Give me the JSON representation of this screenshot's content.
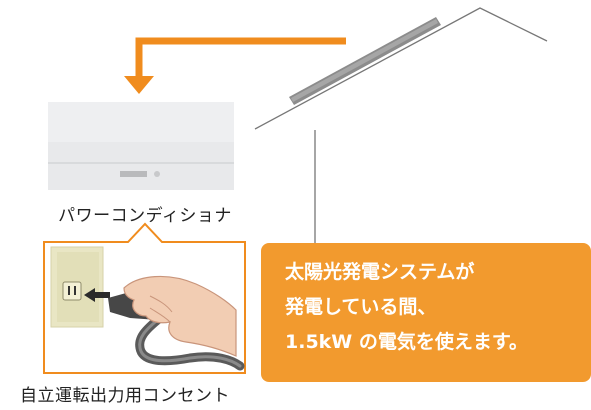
{
  "inverter": {
    "label": "パワーコンディショナ"
  },
  "outlet": {
    "label": "自立運転出力用コンセント"
  },
  "callout": {
    "lines": [
      "太陽光発電システムが",
      "発電している間、",
      "1.5kW の電気を使えます。"
    ]
  },
  "colors": {
    "accent": "#f08c1e",
    "callout_bg": "#f29a2e",
    "inverter_body": "#e8e9eb",
    "wall_plate": "#e9e6c4",
    "house_line": "#777777",
    "panel": "#8a8a8a"
  }
}
